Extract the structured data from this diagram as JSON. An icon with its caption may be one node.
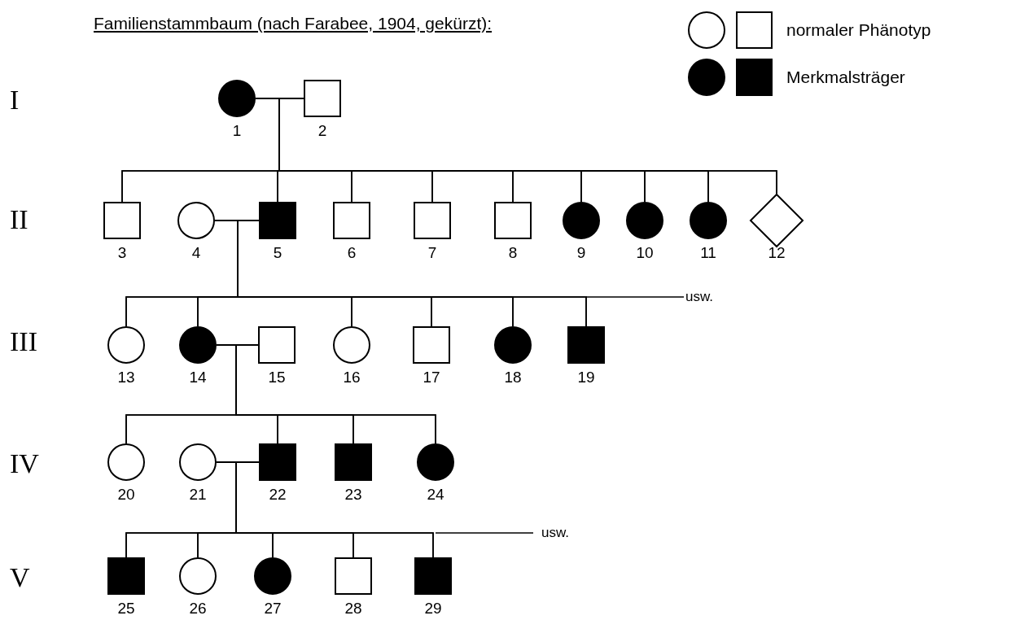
{
  "diagram": {
    "title": "Familienstammbaum (nach Farabee, 1904, gekürzt):",
    "nodes": [
      {
        "text": [],
        "shape": "filled-circle",
        "beside": [
          "1"
        ]
      },
      {
        "text": [],
        "shape": "box",
        "beside": [
          "2"
        ]
      },
      {
        "text": [],
        "shape": "box",
        "beside": [
          "3"
        ]
      },
      {
        "text": [],
        "shape": "circle",
        "beside": [
          "4"
        ]
      },
      {
        "text": [],
        "shape": "filled-box",
        "beside": [
          "5"
        ]
      },
      {
        "text": [],
        "shape": "box",
        "beside": [
          "6"
        ]
      },
      {
        "text": [],
        "shape": "box",
        "beside": [
          "7"
        ]
      },
      {
        "text": [],
        "shape": "box",
        "beside": [
          "8"
        ]
      },
      {
        "text": [],
        "shape": "filled-circle",
        "beside": [
          "9"
        ]
      },
      {
        "text": [],
        "shape": "filled-circle",
        "beside": [
          "10"
        ]
      },
      {
        "text": [],
        "shape": "filled-circle",
        "beside": [
          "11"
        ]
      },
      {
        "text": [],
        "shape": "diamond",
        "beside": [
          "12"
        ]
      },
      {
        "text": [],
        "shape": "circle",
        "beside": [
          "13"
        ]
      },
      {
        "text": [],
        "shape": "filled-circle",
        "beside": [
          "14"
        ]
      },
      {
        "text": [],
        "shape": "box",
        "beside": [
          "15"
        ]
      },
      {
        "text": [],
        "shape": "circle",
        "beside": [
          "16"
        ]
      },
      {
        "text": [],
        "shape": "box",
        "beside": [
          "17"
        ]
      },
      {
        "text": [],
        "shape": "filled-circle",
        "beside": [
          "18"
        ]
      },
      {
        "text": [],
        "shape": "filled-box",
        "beside": [
          "19"
        ]
      },
      {
        "text": [],
        "shape": "circle",
        "beside": [
          "20"
        ]
      },
      {
        "text": [],
        "shape": "circle",
        "beside": [
          "21"
        ]
      },
      {
        "text": [],
        "shape": "filled-box",
        "beside": [
          "22"
        ]
      },
      {
        "text": [],
        "shape": "filled-box",
        "beside": [
          "23"
        ]
      },
      {
        "text": [],
        "shape": "filled-circle",
        "beside": [
          "24"
        ]
      },
      {
        "text": [],
        "shape": "filled-box",
        "beside": [
          "25"
        ]
      },
      {
        "text": [],
        "shape": "circle",
        "beside": [
          "26"
        ]
      },
      {
        "text": [],
        "shape": "filled-circle",
        "beside": [
          "27"
        ]
      },
      {
        "text": [],
        "shape": "box",
        "beside": [
          "28"
        ]
      },
      {
        "text": [],
        "shape": "filled-box",
        "beside": [
          "29"
        ]
      }
    ],
    "edges": [
      {
        "from": 0,
        "to": 1,
        "arrow": "none"
      },
      {
        "from": 0,
        "to": 2,
        "arrow": "none"
      },
      {
        "from": 1,
        "to": 2,
        "arrow": "none"
      },
      {
        "from": 0,
        "to": 4,
        "arrow": "none"
      },
      {
        "from": 1,
        "to": 4,
        "arrow": "none"
      },
      {
        "from": 0,
        "to": 5,
        "arrow": "none"
      },
      {
        "from": 1,
        "to": 5,
        "arrow": "none"
      },
      {
        "from": 0,
        "to": 6,
        "arrow": "none"
      },
      {
        "from": 1,
        "to": 6,
        "arrow": "none"
      },
      {
        "from": 0,
        "to": 7,
        "arrow": "none"
      },
      {
        "from": 1,
        "to": 7,
        "arrow": "none"
      },
      {
        "from": 0,
        "to": 8,
        "arrow": "none"
      },
      {
        "from": 1,
        "to": 8,
        "arrow": "none"
      },
      {
        "from": 0,
        "to": 9,
        "arrow": "none"
      },
      {
        "from": 1,
        "to": 9,
        "arrow": "none"
      },
      {
        "from": 0,
        "to": 10,
        "arrow": "none"
      },
      {
        "from": 1,
        "to": 10,
        "arrow": "none"
      },
      {
        "from": 0,
        "to": 11,
        "arrow": "none"
      },
      {
        "from": 1,
        "to": 11,
        "arrow": "none"
      },
      {
        "from": 3,
        "to": 4,
        "arrow": "none"
      },
      {
        "from": 3,
        "to": 12,
        "arrow": "none"
      },
      {
        "from": 4,
        "to": 12,
        "arrow": "none"
      },
      {
        "from": 3,
        "to": 13,
        "arrow": "none"
      },
      {
        "from": 4,
        "to": 13,
        "arrow": "none"
      },
      {
        "from": 3,
        "to": 15,
        "arrow": "none"
      },
      {
        "from": 4,
        "to": 15,
        "arrow": "none"
      },
      {
        "from": 3,
        "to": 16,
        "arrow": "none"
      },
      {
        "from": 4,
        "to": 16,
        "arrow": "none"
      },
      {
        "from": 3,
        "to": 17,
        "arrow": "none"
      },
      {
        "from": 4,
        "to": 17,
        "arrow": "none"
      },
      {
        "from": 3,
        "to": 18,
        "arrow": "none"
      },
      {
        "from": 4,
        "to": 18,
        "arrow": "none"
      },
      {
        "from": 13,
        "to": 14,
        "arrow": "none"
      },
      {
        "from": 13,
        "to": 19,
        "arrow": "none"
      },
      {
        "from": 14,
        "to": 19,
        "arrow": "none"
      },
      {
        "from": 13,
        "to": 21,
        "arrow": "none"
      },
      {
        "from": 14,
        "to": 21,
        "arrow": "none"
      },
      {
        "from": 13,
        "to": 22,
        "arrow": "none"
      },
      {
        "from": 14,
        "to": 22,
        "arrow": "none"
      },
      {
        "from": 13,
        "to": 23,
        "arrow": "none"
      },
      {
        "from": 14,
        "to": 23,
        "arrow": "none"
      },
      {
        "from": 20,
        "to": 21,
        "arrow": "none"
      },
      {
        "from": 20,
        "to": 24,
        "arrow": "none"
      },
      {
        "from": 21,
        "to": 24,
        "arrow": "none"
      },
      {
        "from": 20,
        "to": 25,
        "arrow": "none"
      },
      {
        "from": 21,
        "to": 25,
        "arrow": "none"
      },
      {
        "from": 20,
        "to": 26,
        "arrow": "none"
      },
      {
        "from": 21,
        "to": 26,
        "arrow": "none"
      },
      {
        "from": 20,
        "to": 27,
        "arrow": "none"
      },
      {
        "from": 21,
        "to": 27,
        "arrow": "none"
      },
      {
        "from": 20,
        "to": 28,
        "arrow": "none"
      },
      {
        "from": 21,
        "to": 28,
        "arrow": "none"
      }
    ],
    "labels": [
      "I",
      "II",
      "usw.",
      "III",
      "IV",
      "usw.",
      "V"
    ],
    "legend": [
      {
        "text": "normaler Phänotyp"
      },
      {
        "text": "Merkmalsträger"
      }
    ]
  }
}
